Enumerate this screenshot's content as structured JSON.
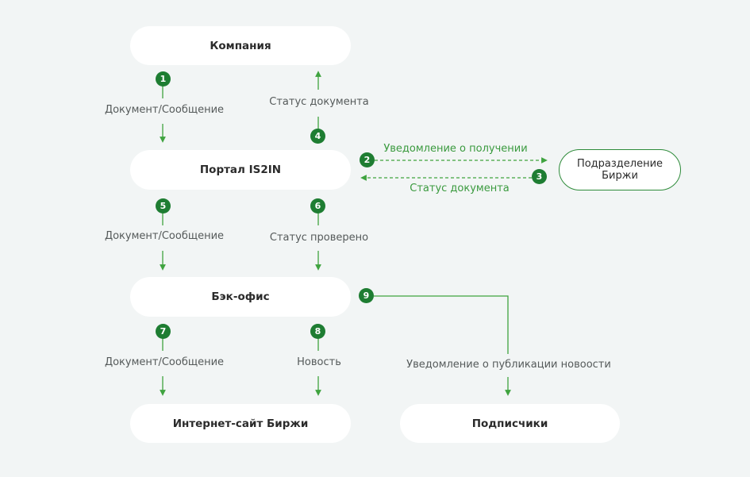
{
  "nodes": {
    "company": "Компания",
    "portal": "Портал IS2IN",
    "backoffice": "Бэк-офис",
    "website": "Интернет-сайт Биржи",
    "subscribers": "Подписчики",
    "division_line1": "Подразделение",
    "division_line2": "Биржи"
  },
  "steps": {
    "s1": "1",
    "s2": "2",
    "s3": "3",
    "s4": "4",
    "s5": "5",
    "s6": "6",
    "s7": "7",
    "s8": "8",
    "s9": "9"
  },
  "labels": {
    "doc_message_1": "Документ/Сообщение",
    "doc_status_1": "Статус документа",
    "receipt_notice": "Уведомление о получении",
    "doc_status_2": "Статус документа",
    "doc_message_2": "Документ/Сообщение",
    "status_checked": "Статус проверено",
    "doc_message_3": "Документ/Сообщение",
    "news": "Новость",
    "publication_notice": "Уведомление о публикации новоости"
  },
  "colors": {
    "background": "#f2f5f5",
    "node_fill": "#ffffff",
    "badge": "#1e7d32",
    "arrow": "#3fa33f",
    "text": "#2b2b2b",
    "muted_text": "#555a5a"
  }
}
